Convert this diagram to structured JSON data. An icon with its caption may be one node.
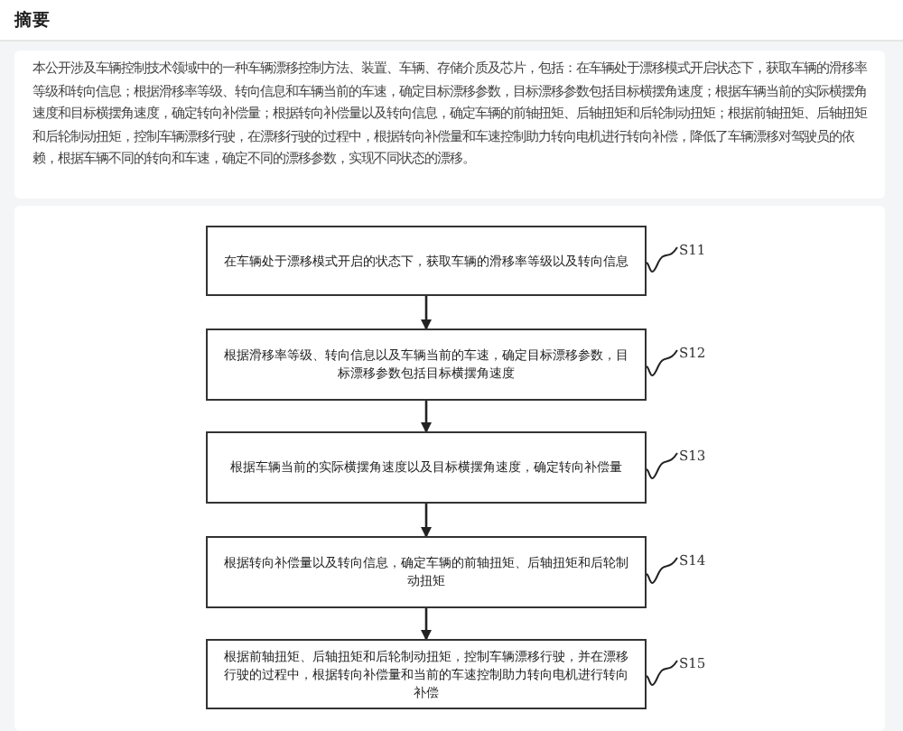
{
  "diagram": {
    "title": "摘要",
    "nodes": [
      {
        "text": [
          "在车辆处于漂移模式开启的状态下，获取车辆的滑移率等级以及转向信息"
        ]
      },
      {
        "text": [
          "根据滑移率等级、转向信息以及车辆当前的车速，确定目标漂移参数，目标漂移参数包括目标横摆角速度"
        ]
      },
      {
        "text": [
          "根据车辆当前的实际横摆角速度以及目标横摆角速度，确定转向补偿量"
        ]
      },
      {
        "text": [
          "根据转向补偿量以及转向信息，确定车辆的前轴扭矩、后轴扭矩和后轮制动扭矩"
        ]
      },
      {
        "text": [
          "根据前轴扭矩、后轴扭矩和后轮制动扭矩，控制车辆漂移行驶，并在漂移行驶的过程中，根据转向补偿量和当前的车速控制助力转向电机进行转向补偿"
        ]
      },
      {
        "text": [
          "S11"
        ]
      },
      {
        "text": [
          "S12"
        ]
      },
      {
        "text": [
          "S13"
        ]
      },
      {
        "text": [
          "S14"
        ]
      },
      {
        "text": [
          "S15"
        ]
      }
    ],
    "edges": [
      {
        "from": 0,
        "to": 1,
        "arrow": "to"
      },
      {
        "from": 1,
        "to": 2,
        "arrow": "to"
      },
      {
        "from": 2,
        "to": 3,
        "arrow": "to"
      },
      {
        "from": 3,
        "to": 4,
        "arrow": "to"
      },
      {
        "from": 5,
        "to": 0,
        "arrow": "none"
      },
      {
        "from": 6,
        "to": 1,
        "arrow": "none"
      },
      {
        "from": 7,
        "to": 2,
        "arrow": "none"
      },
      {
        "from": 8,
        "to": 3,
        "arrow": "none"
      },
      {
        "from": 9,
        "to": 4,
        "arrow": "none"
      }
    ],
    "labels": [
      "本公开涉及车辆控制技术领域中的一种车辆漂移控制方法、装置、车辆、存储介质及芯片，包括：在车辆处于漂移模式开启状态下，获取车辆的滑移率等级和转向信息；根据滑移率等级、转向信息和车辆当前的车速，确定目标漂移参数，目标漂移参数包括目标横摆角速度；根据车辆当前的实际横摆角速度和目标横摆角速度，确定转向补偿量；根据转向补偿量以及转向信息，确定车辆的前轴扭矩、后轴扭矩和后轮制动扭矩；根据前轴扭矩、后轴扭矩和后轮制动扭矩，控制车辆漂移行驶，在漂移行驶的过程中，根据转向补偿量和车速控制助力转向电机进行转向补偿，降低了车辆漂移对驾驶员的依赖，根据车辆不同的转向和车速，确定不同的漂移参数，实现不同状态的漂移。"
    ]
  }
}
